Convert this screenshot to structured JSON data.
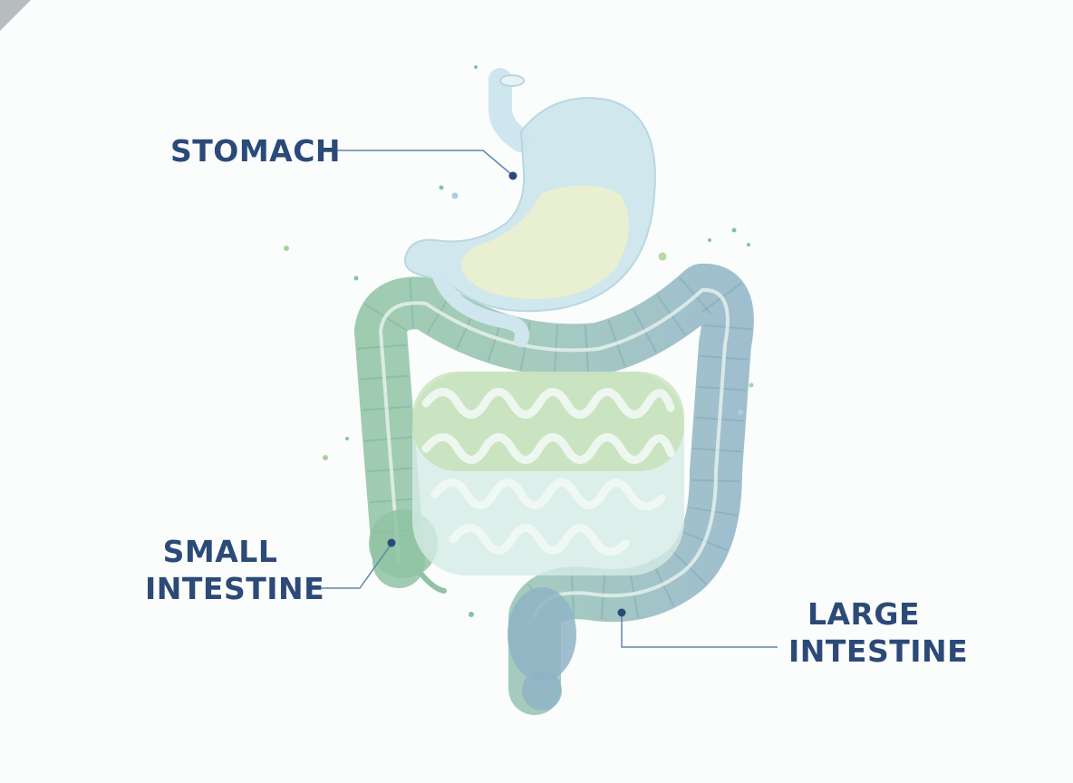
{
  "labels": {
    "stomach": "STOMACH",
    "small_intestine_line1": "SMALL",
    "small_intestine_line2": "INTESTINE",
    "large_intestine_line1": "LARGE",
    "large_intestine_line2": "INTESTINE"
  },
  "colors": {
    "label_text": "#2b4a78",
    "leader_line": "#5f86a8",
    "stomach": "#cfe6ee",
    "stomach_contents": "#eaf0cf",
    "small_intestine_green": "#b9d9a8",
    "small_intestine_blue": "#cfe6e6",
    "colon_green": "#9ec9ad",
    "colon_blue": "#93b9cb"
  }
}
